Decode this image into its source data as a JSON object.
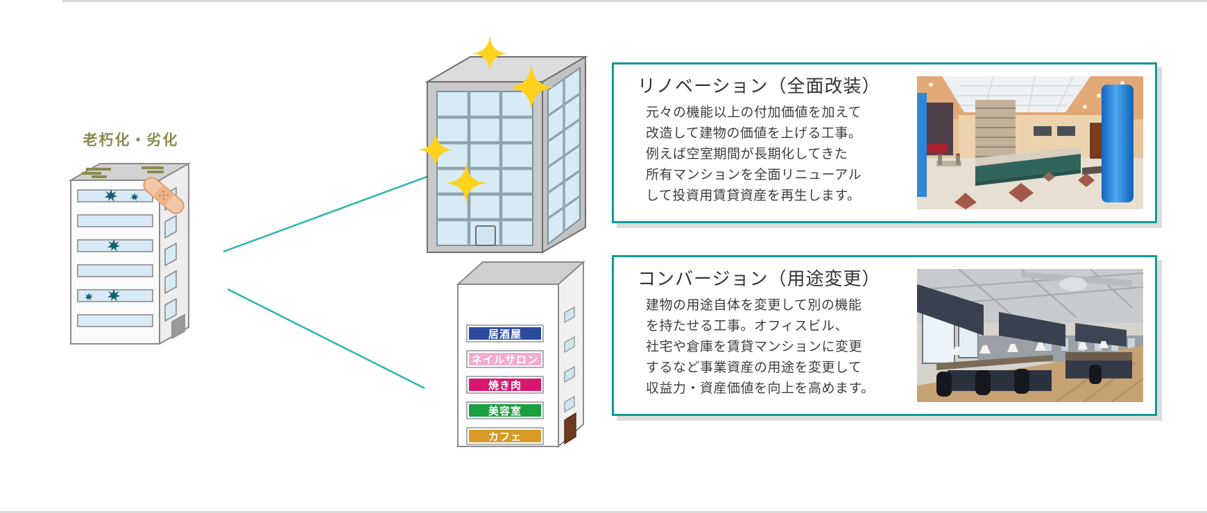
{
  "diagram": {
    "old_building": {
      "label": "老朽化・劣化",
      "label_color": "#8a8a4f"
    },
    "renovation": {
      "title": "リノベーション（全面改装）",
      "body_lines": [
        "元々の機能以上の付加価値を加えて",
        "改造して建物の価値を上げる工事。",
        "例えば空室期間が長期化してきた",
        "所有マンションを全面リニューアル",
        "して投資用賃貸資産を再生します。"
      ],
      "photo": "lobby-interior"
    },
    "conversion": {
      "title": "コンバージョン（用途変更）",
      "body_lines": [
        "建物の用途自体を変更して別の機能",
        "を持たせる工事。オフィスビル、",
        "社宅や倉庫を賃貸マンションに変更",
        "するなど事業資産の用途を変更して",
        "収益力・資産価値を向上を高めます。"
      ],
      "photo": "open-plan-office"
    },
    "shop_signs": [
      {
        "label": "居酒屋",
        "bg": "#2b4a9e",
        "text_color": "#ffffff"
      },
      {
        "label": "ネイルサロン",
        "bg": "#f2abce",
        "text_color": "#ffffff"
      },
      {
        "label": "焼き肉",
        "bg": "#d6186e",
        "text_color": "#ffffff"
      },
      {
        "label": "美容室",
        "bg": "#1b9e3d",
        "text_color": "#ffffff"
      },
      {
        "label": "カフェ",
        "bg": "#d89a26",
        "text_color": "#ffffff"
      }
    ],
    "colors": {
      "box_border_teal": "#0f9a94",
      "connector_teal": "#2ab5ad",
      "sparkle_yellow": "#ffd21e",
      "crack_teal": "#145f6e"
    }
  }
}
